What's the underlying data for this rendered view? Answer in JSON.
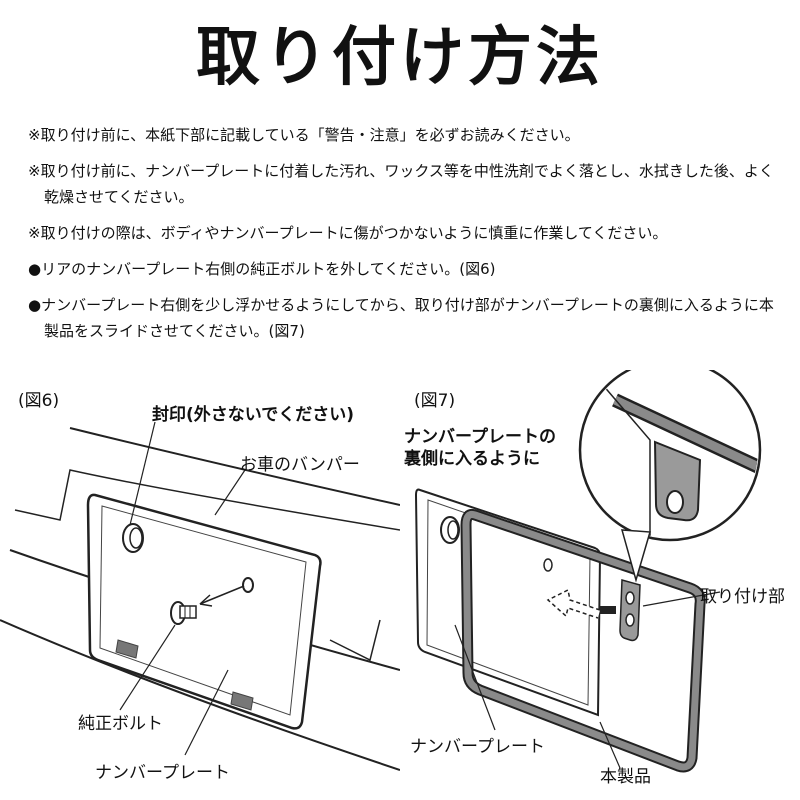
{
  "title": "取り付け方法",
  "notes": [
    "※取り付け前に、本紙下部に記載している「警告・注意」を必ずお読みください。",
    "※取り付け前に、ナンバープレートに付着した汚れ、ワックス等を中性洗剤でよく落とし、水拭きした後、よく乾燥させてください。",
    "※取り付けの際は、ボディやナンバープレートに傷がつかないように慎重に作業してください。",
    "●リアのナンバープレート右側の純正ボルトを外してください。(図6)",
    "●ナンバープレート右側を少し浮かせるようにしてから、取り付け部がナンバープレートの裏側に入るように本製品をスライドさせてください。(図7)"
  ],
  "figure6": {
    "label": "(図6)",
    "seal": "封印(外さないでください)",
    "bumper": "お車のバンパー",
    "bolt": "純正ボルト",
    "plate": "ナンバープレート"
  },
  "figure7": {
    "label": "(図7)",
    "behind_line1": "ナンバープレートの",
    "behind_line2": "裏側に入るように",
    "mount": "取り付け部",
    "plate": "ナンバープレート",
    "product": "本製品"
  }
}
